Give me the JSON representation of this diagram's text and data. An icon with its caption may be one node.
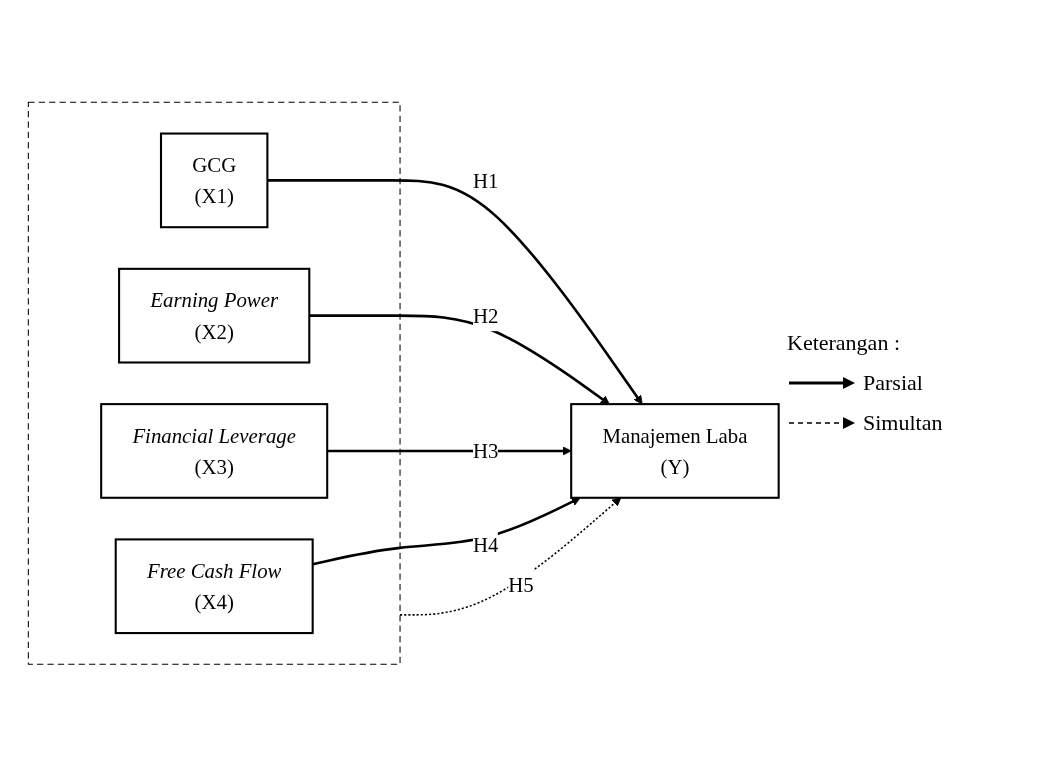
{
  "diagram": {
    "nodes": [
      {
        "text": [],
        "shape": "box"
      },
      {
        "text": [
          "GCG",
          "(X1)"
        ],
        "in": 0
      },
      {
        "text": [
          "Earning Power",
          "(X2)"
        ],
        "in": 0
      },
      {
        "text": [
          "Financial Leverage",
          "(X3)"
        ],
        "in": 0
      },
      {
        "text": [
          "Free Cash Flow",
          "(X4)"
        ],
        "in": 0
      },
      {
        "text": [
          "Manajemen Laba",
          "(Y)"
        ]
      }
    ],
    "edges": [
      {
        "from": 1,
        "to": 5,
        "arrow": "to",
        "label": "H1"
      },
      {
        "from": 2,
        "to": 5,
        "arrow": "to",
        "label": "H2"
      },
      {
        "from": 3,
        "to": 5,
        "arrow": "to",
        "label": "H3"
      },
      {
        "from": 4,
        "to": 5,
        "arrow": "to",
        "label": "H4"
      },
      {
        "from": 0,
        "to": 5,
        "arrow": "to",
        "label": "H5",
        "style": "dashed"
      }
    ],
    "labels": [
      "Keterangan :"
    ],
    "legend": [
      {
        "text": "Parsial"
      },
      {
        "text": "Simultan"
      }
    ]
  }
}
